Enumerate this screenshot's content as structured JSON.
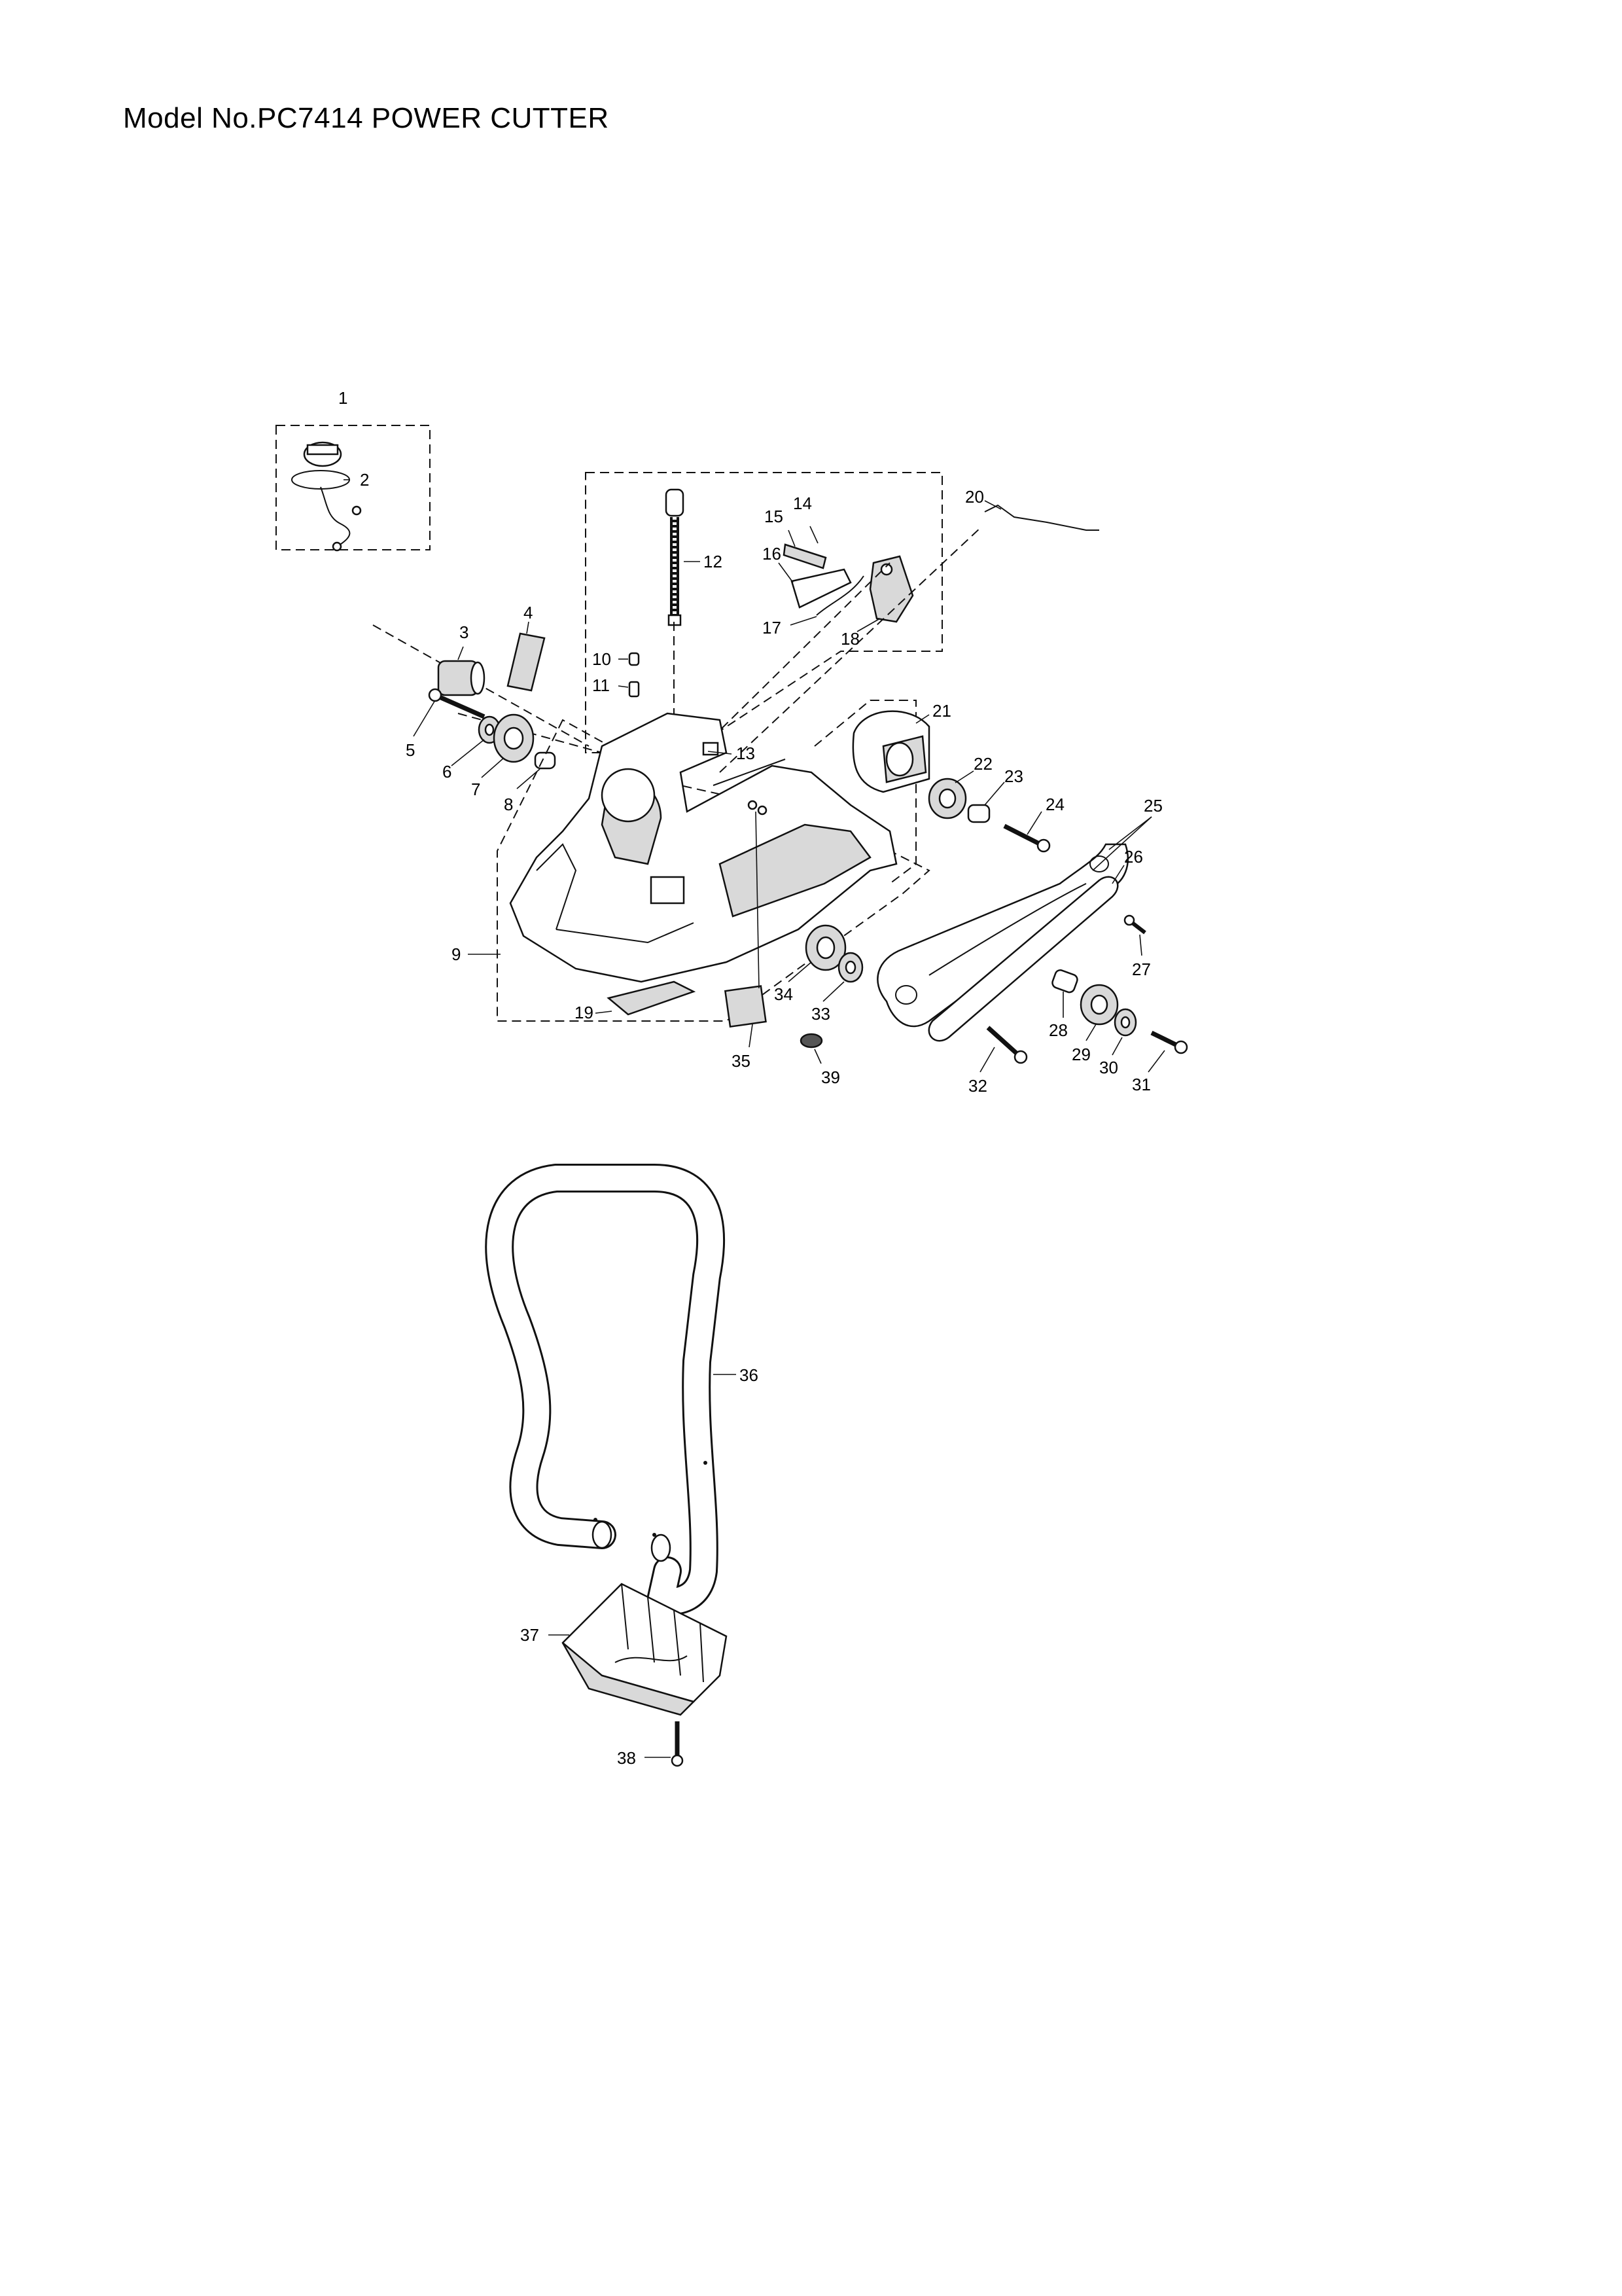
{
  "page": {
    "title": "Model No.PC7414 POWER CUTTER"
  },
  "labels": {
    "p1": "1",
    "p2": "2",
    "p3": "3",
    "p4": "4",
    "p5": "5",
    "p6": "6",
    "p7": "7",
    "p8": "8",
    "p9": "9",
    "p10": "10",
    "p11": "11",
    "p12": "12",
    "p13": "13",
    "p14": "14",
    "p15": "15",
    "p16": "16",
    "p17": "17",
    "p18": "18",
    "p19": "19",
    "p20": "20",
    "p21": "21",
    "p22": "22",
    "p23": "23",
    "p24": "24",
    "p25": "25",
    "p26": "26",
    "p27": "27",
    "p28": "28",
    "p29": "29",
    "p30": "30",
    "p31": "31",
    "p32": "32",
    "p33": "33",
    "p34": "34",
    "p35": "35",
    "p36": "36",
    "p37": "37",
    "p38": "38",
    "p39": "39"
  }
}
